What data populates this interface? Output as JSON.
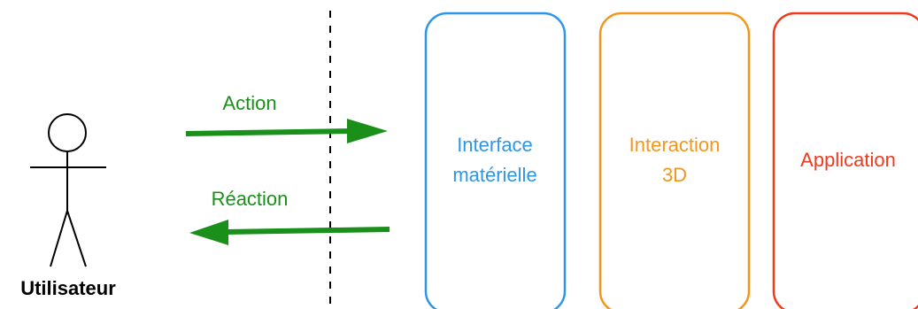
{
  "actor": {
    "label": "Utilisateur"
  },
  "arrows": {
    "action": {
      "label": "Action"
    },
    "reaction": {
      "label": "Réaction"
    }
  },
  "boxes": [
    {
      "lines": [
        "Interface",
        "matérielle"
      ],
      "color": "#2f95e6"
    },
    {
      "lines": [
        "Interaction",
        "3D"
      ],
      "color": "#f2961e"
    },
    {
      "lines": [
        "Application"
      ],
      "color": "#f03a1c"
    }
  ],
  "colors": {
    "arrow": "#1a8f1a",
    "stroke": "#000000"
  }
}
